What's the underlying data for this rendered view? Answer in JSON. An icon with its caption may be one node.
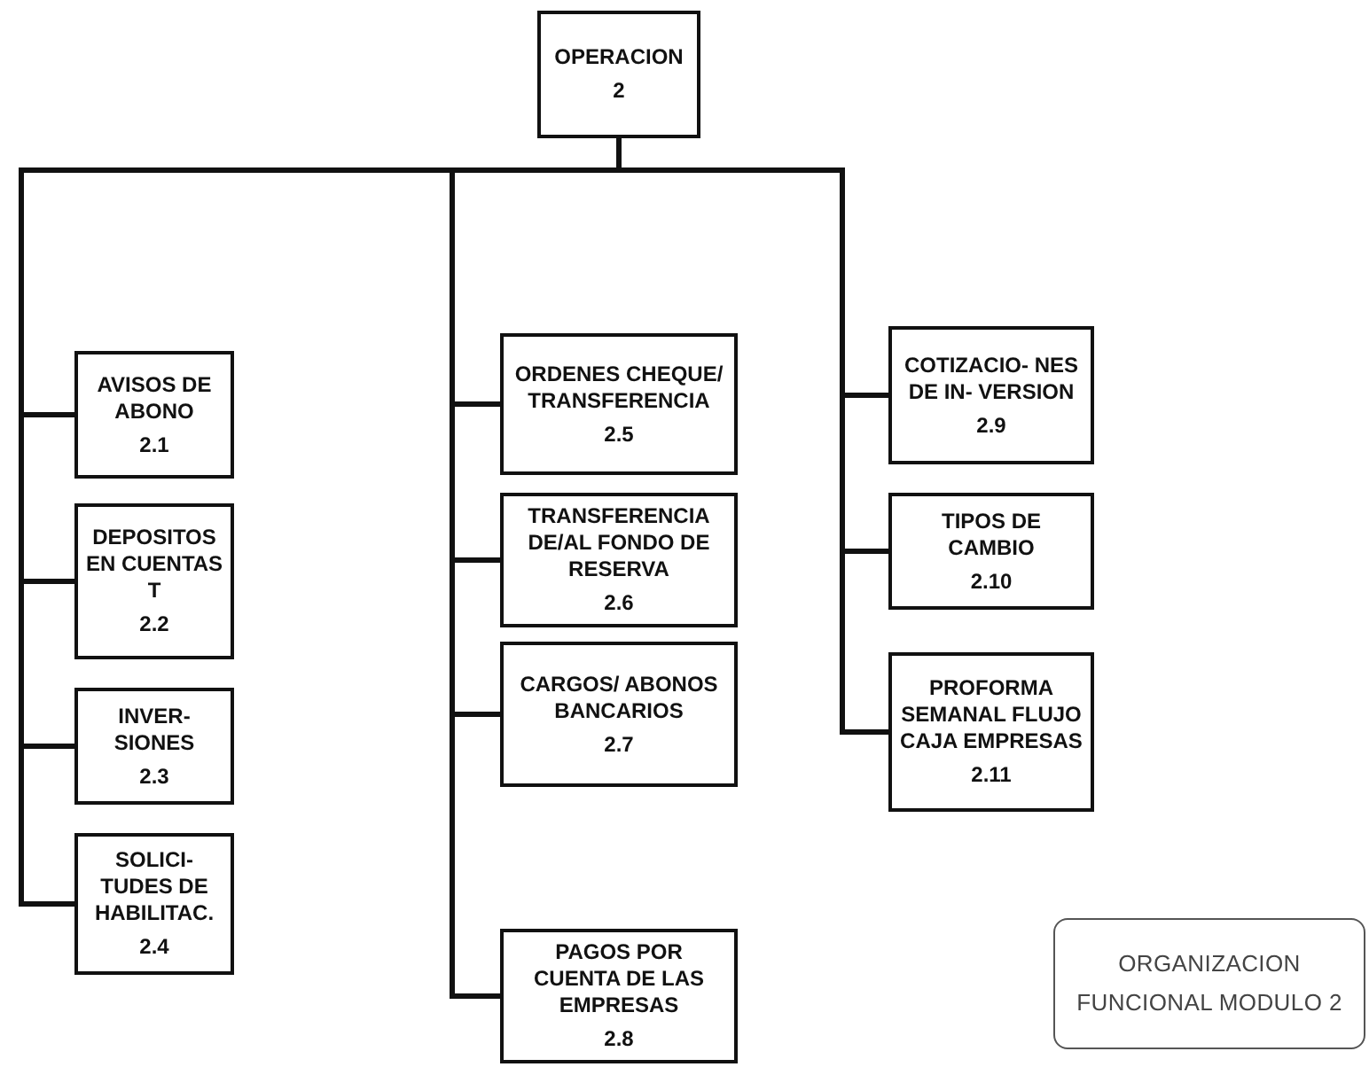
{
  "diagram": {
    "title": "ORGANIZACION FUNCIONAL MODULO 2",
    "nodes": [
      {
        "text": [
          "OPERACION",
          "2"
        ]
      },
      {
        "text": [
          "AVISOS DE ABONO",
          "2.1"
        ]
      },
      {
        "text": [
          "DEPOSITOS EN CUENTAS T",
          "2.2"
        ]
      },
      {
        "text": [
          "INVER- SIONES",
          "2.3"
        ]
      },
      {
        "text": [
          "SOLICI- TUDES DE HABILITAC.",
          "2.4"
        ]
      },
      {
        "text": [
          "ORDENES CHEQUE/ TRANSFERENCIA",
          "2.5"
        ]
      },
      {
        "text": [
          "TRANSFERENCIA DE/AL FONDO DE RESERVA",
          "2.6"
        ]
      },
      {
        "text": [
          "CARGOS/ ABONOS BANCARIOS",
          "2.7"
        ]
      },
      {
        "text": [
          "PAGOS POR CUENTA DE LAS EMPRESAS",
          "2.8"
        ]
      },
      {
        "text": [
          "COTIZACIO- NES DE IN- VERSION",
          "2.9"
        ]
      },
      {
        "text": [
          "TIPOS DE CAMBIO",
          "2.10"
        ]
      },
      {
        "text": [
          "PROFORMA SEMANAL FLUJO CAJA EMPRESAS",
          "2.11"
        ]
      }
    ],
    "edges": [
      {
        "from": 0,
        "to": 1,
        "arrow": "none"
      },
      {
        "from": 0,
        "to": 2,
        "arrow": "none"
      },
      {
        "from": 0,
        "to": 3,
        "arrow": "none"
      },
      {
        "from": 0,
        "to": 4,
        "arrow": "none"
      },
      {
        "from": 0,
        "to": 5,
        "arrow": "none"
      },
      {
        "from": 0,
        "to": 6,
        "arrow": "none"
      },
      {
        "from": 0,
        "to": 7,
        "arrow": "none"
      },
      {
        "from": 0,
        "to": 8,
        "arrow": "none"
      },
      {
        "from": 0,
        "to": 9,
        "arrow": "none"
      },
      {
        "from": 0,
        "to": 10,
        "arrow": "none"
      },
      {
        "from": 0,
        "to": 11,
        "arrow": "none"
      }
    ]
  }
}
